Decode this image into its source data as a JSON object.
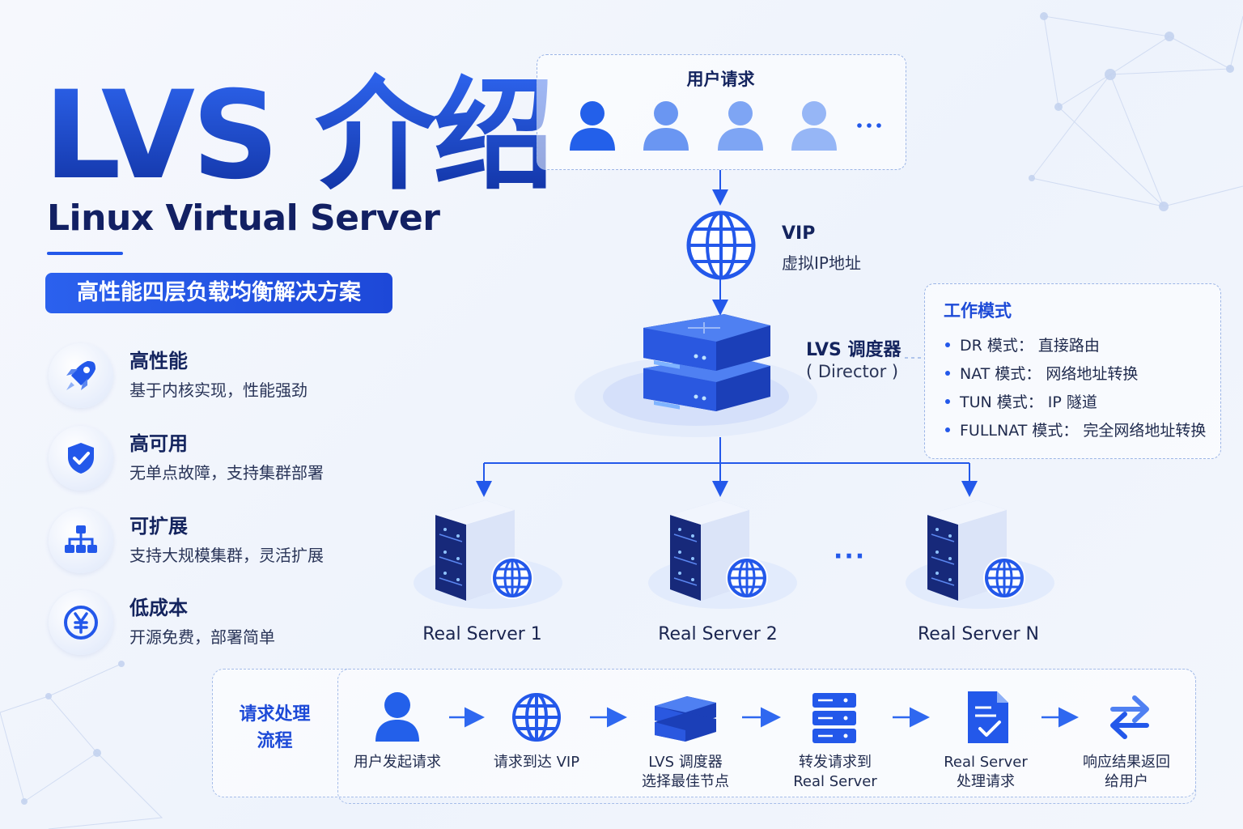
{
  "header": {
    "title": "LVS 介绍",
    "subtitle": "Linux Virtual Server",
    "tagline": "高性能四层负载均衡解决方案"
  },
  "features": [
    {
      "icon": "rocket-icon",
      "title": "高性能",
      "desc": "基于内核实现，性能强劲"
    },
    {
      "icon": "shield-check-icon",
      "title": "高可用",
      "desc": "无单点故障，支持集群部署"
    },
    {
      "icon": "network-tree-icon",
      "title": "可扩展",
      "desc": "支持大规模集群，灵活扩展"
    },
    {
      "icon": "yuan-coin-icon",
      "title": "低成本",
      "desc": "开源免费，部署简单"
    }
  ],
  "users": {
    "title": "用户请求",
    "more": "···"
  },
  "vip": {
    "label": "VIP",
    "desc": "虚拟IP地址"
  },
  "director": {
    "label": "LVS 调度器",
    "sub": "( Director )"
  },
  "modes": {
    "title": "工作模式",
    "items": [
      "DR 模式：  直接路由",
      "NAT 模式：  网络地址转换",
      "TUN 模式：  IP 隧道",
      "FULLNAT 模式：  完全网络地址转换"
    ]
  },
  "servers": {
    "items": [
      "Real Server 1",
      "Real Server 2",
      "Real Server N"
    ],
    "more": "···"
  },
  "flow": {
    "title_line1": "请求处理",
    "title_line2": "流程",
    "steps": [
      {
        "icon": "user-icon",
        "line1": "用户发起请求",
        "line2": ""
      },
      {
        "icon": "globe-icon",
        "line1": "请求到达 VIP",
        "line2": ""
      },
      {
        "icon": "director-server-icon",
        "line1": "LVS 调度器",
        "line2": "选择最佳节点"
      },
      {
        "icon": "server-rack-icon",
        "line1": "转发请求到",
        "line2": "Real Server"
      },
      {
        "icon": "document-check-icon",
        "line1": "Real Server",
        "line2": "处理请求"
      },
      {
        "icon": "return-arrows-icon",
        "line1": "响应结果返回",
        "line2": "给用户"
      }
    ]
  },
  "colors": {
    "accent": "#2358ea",
    "dark": "#14245e",
    "light_blue": "#7aa2f5"
  }
}
